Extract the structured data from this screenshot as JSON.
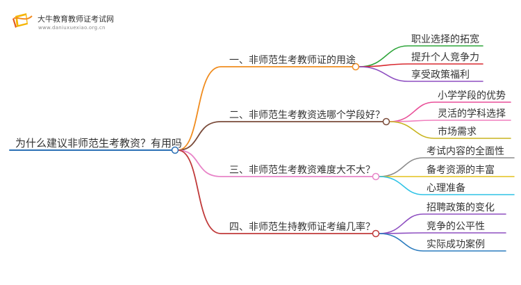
{
  "header": {
    "site_title": "大牛教育教师证考试网",
    "site_url": "www.daniuxuexiao.org.cn"
  },
  "mindmap": {
    "root": "为什么建议非师范生考教资？有用吗",
    "branches": [
      {
        "label": "一、非师范生考教师证的用途",
        "color": "#F08C1E",
        "children": [
          {
            "label": "职业选择的拓宽",
            "color": "#2EA53A"
          },
          {
            "label": "提升个人竞争力",
            "color": "#D8282E"
          },
          {
            "label": "享受政策福利",
            "color": "#8E4FC1"
          }
        ]
      },
      {
        "label": "二、非师范生考教资选哪个学段好？",
        "color": "#7A4B3A",
        "children": [
          {
            "label": "小学学段的优势",
            "color": "#E94F98"
          },
          {
            "label": "灵活的学科选择",
            "color": "#F07FBE"
          },
          {
            "label": "市场需求",
            "color": "#C8B41E"
          }
        ]
      },
      {
        "label": "三、非师范生考教资难度大不大？",
        "color": "#E884C8",
        "children": [
          {
            "label": "考试内容的全面性",
            "color": "#8C8C8C"
          },
          {
            "label": "备考资源的丰富",
            "color": "#E3C21C"
          },
          {
            "label": "心理准备",
            "color": "#2EC3E6"
          }
        ]
      },
      {
        "label": "四、非师范生持教师证考编几率？",
        "color": "#C03A3A",
        "children": [
          {
            "label": "招聘政策的变化",
            "color": "#8E4FC1"
          },
          {
            "label": "竞争的公平性",
            "color": "#8E4FC1"
          },
          {
            "label": "实际成功案例",
            "color": "#2A7BBE"
          }
        ]
      }
    ],
    "root_color": "#2A6FB5"
  }
}
